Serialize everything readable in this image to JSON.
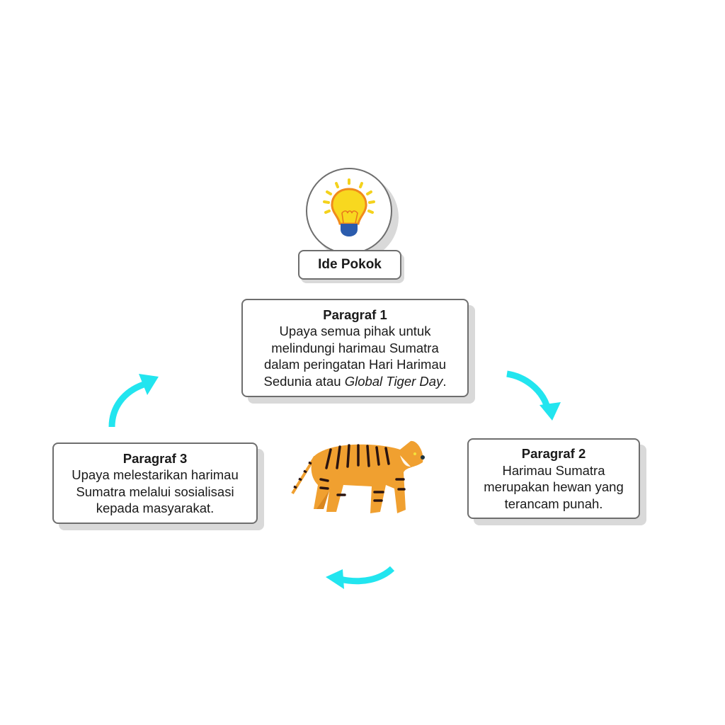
{
  "main_idea": {
    "label": "Ide Pokok",
    "icon": "lightbulb-icon"
  },
  "paragraphs": [
    {
      "title": "Paragraf 1",
      "text": "Upaya semua pihak untuk melindungi harimau Sumatra dalam peringatan Hari Harimau Sedunia atau",
      "italic": "Global Tiger Day",
      "end": "."
    },
    {
      "title": "Paragraf 2",
      "text": "Harimau Sumatra merupakan hewan yang terancam punah."
    },
    {
      "title": "Paragraf 3",
      "text": "Upaya melestarikan harimau Sumatra melalui sosialisasi kepada masyarakat."
    }
  ],
  "colors": {
    "arrow": "#22e5ef",
    "border": "#6e6e6e",
    "shadow": "#d9d9d9"
  }
}
